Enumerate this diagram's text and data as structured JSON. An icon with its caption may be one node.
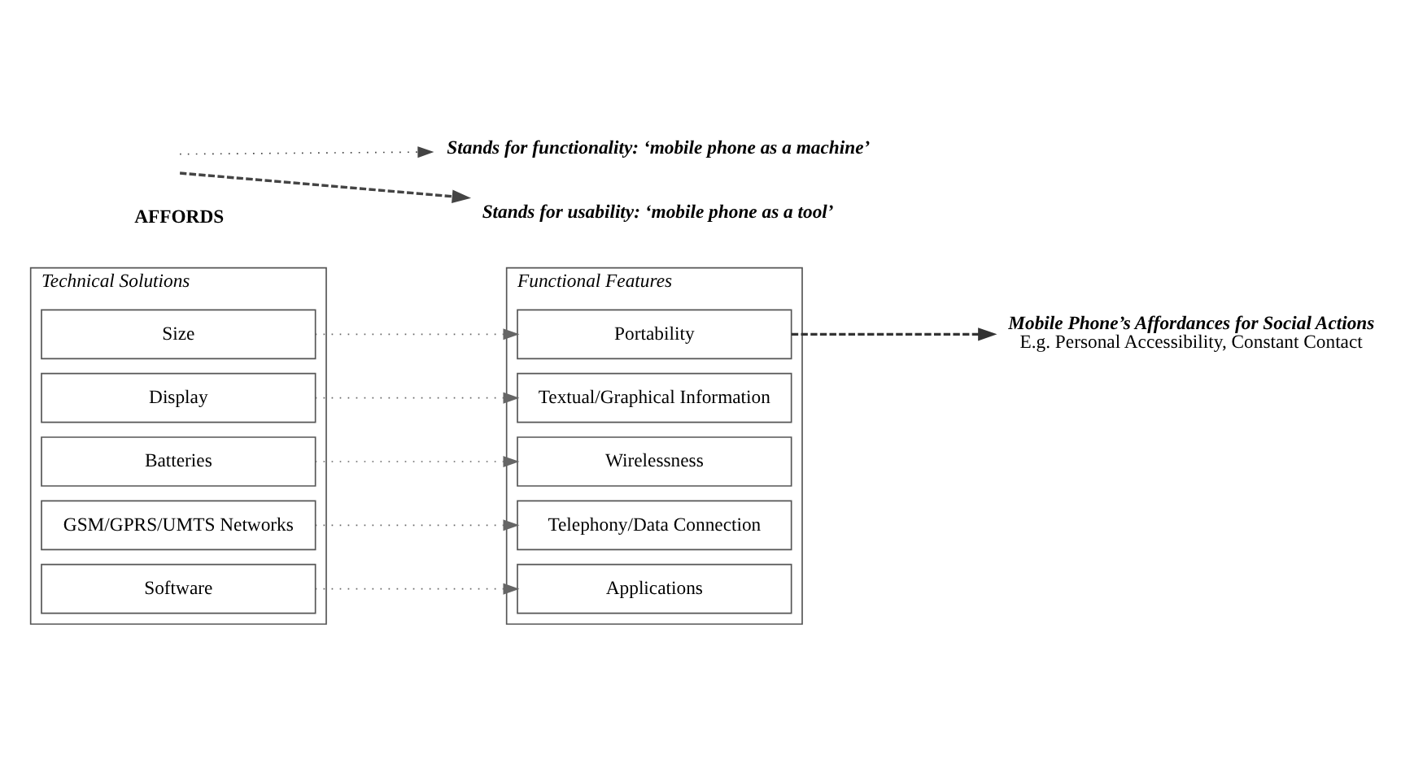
{
  "diagram": {
    "nodes": [
      {
        "text": [
          "Technical Solutions"
        ]
      },
      {
        "text": [
          "Size"
        ],
        "in": 0
      },
      {
        "text": [
          "Display"
        ],
        "in": 0
      },
      {
        "text": [
          "Batteries"
        ],
        "in": 0
      },
      {
        "text": [
          "GSM/GPRS/UMTS Networks"
        ],
        "in": 0
      },
      {
        "text": [
          "Software"
        ],
        "in": 0
      },
      {
        "text": [
          "Functional Features"
        ]
      },
      {
        "text": [
          "Portability"
        ],
        "in": 6
      },
      {
        "text": [
          "Textual/Graphical Information"
        ],
        "in": 6
      },
      {
        "text": [
          "Wirelessness"
        ],
        "in": 6
      },
      {
        "text": [
          "Telephony/Data Connection"
        ],
        "in": 6
      },
      {
        "text": [
          "Applications"
        ],
        "in": 6
      },
      {
        "text": [
          "Mobile Phone’s Affordances for Social Actions",
          "E.g. Personal Accessibility, Constant Contact"
        ]
      }
    ],
    "edges": [
      {
        "from": 1,
        "to": 7,
        "arrow": "to"
      },
      {
        "from": 2,
        "to": 8,
        "arrow": "to"
      },
      {
        "from": 3,
        "to": 9,
        "arrow": "to"
      },
      {
        "from": 4,
        "to": 10,
        "arrow": "to"
      },
      {
        "from": 5,
        "to": 11,
        "arrow": "to"
      },
      {
        "from": 7,
        "to": 12,
        "arrow": "to",
        "style": "dashed",
        "color": "#333333"
      }
    ],
    "labels": [
      "AFFORDS"
    ],
    "legend": [
      {
        "text": "Stands for functionality: ‘mobile phone as a machine’"
      },
      {
        "text": "Stands for usability: ‘mobile phone as a tool’"
      }
    ]
  }
}
